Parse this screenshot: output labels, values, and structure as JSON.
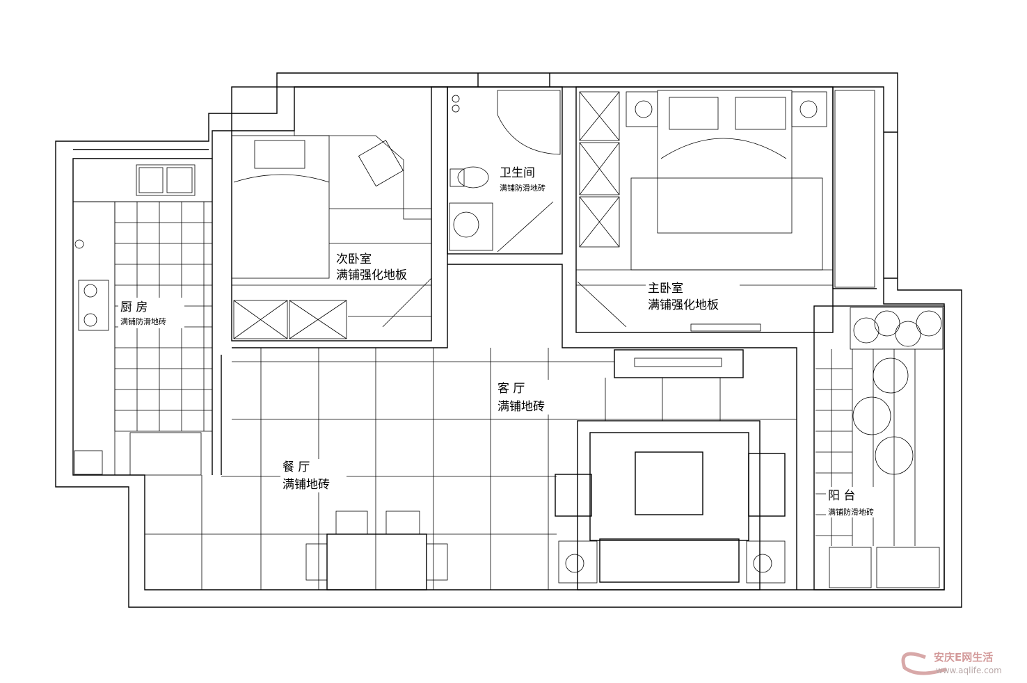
{
  "rooms": {
    "kitchen": {
      "name": "厨 房",
      "floor": "满铺防滑地砖"
    },
    "second_bedroom": {
      "name": "次卧室",
      "floor": "满铺强化地板"
    },
    "bathroom": {
      "name": "卫生间",
      "floor": "满铺防滑地砖"
    },
    "master_bedroom": {
      "name": "主卧室",
      "floor": "满铺强化地板"
    },
    "living_room": {
      "name": "客 厅",
      "floor": "满铺地砖"
    },
    "dining_room": {
      "name": "餐 厅",
      "floor": "满铺地砖"
    },
    "balcony": {
      "name": "阳 台",
      "floor": "满铺防滑地砖"
    }
  },
  "watermark": {
    "brand": "安庆E网生活",
    "url": "www.aqlife.com",
    "color": "#d39a9a"
  }
}
